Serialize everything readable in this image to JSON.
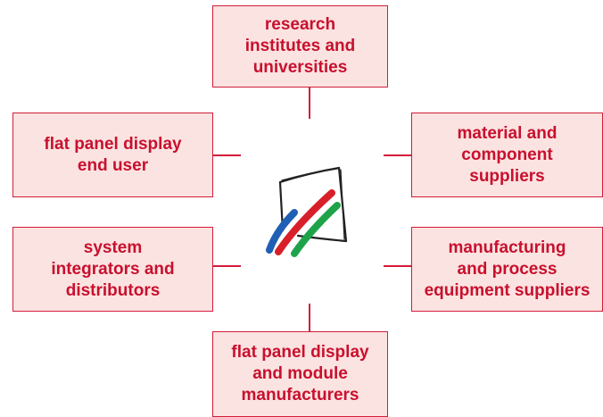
{
  "diagram": {
    "nodes": {
      "top": "research\ninstitutes and\nuniversities",
      "upper_left": "flat panel display\nend user",
      "upper_right": "material and\ncomponent\nsuppliers",
      "lower_left": "system\nintegrators and\ndistributors",
      "lower_right": "manufacturing\nand process\nequipment suppliers",
      "bottom": "flat panel display\nand module\nmanufacturers"
    },
    "colors": {
      "box_fill": "#fbe3e1",
      "box_border": "#d21d3a",
      "text": "#c8102e",
      "logo_blue": "#1f5fb5",
      "logo_red": "#d8202a",
      "logo_green": "#1fa34a"
    },
    "center_logo": "display-brush-logo"
  }
}
